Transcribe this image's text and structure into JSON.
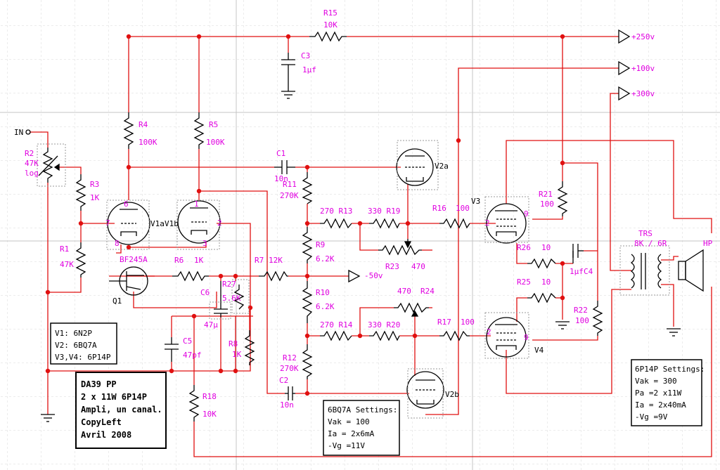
{
  "labels": {
    "in": "IN",
    "r2": "R2",
    "r2v": "47K",
    "r2t": "log",
    "r3": "R3",
    "r3v": "1K",
    "r1": "R1",
    "r1v": "47K",
    "r4": "R4",
    "r4v": "100K",
    "r5": "R5",
    "r5v": "100K",
    "v1a": "V1a",
    "v1b": "V1b",
    "q1t": "BF245A",
    "q1": "Q1",
    "r6": "R6",
    "r6v": "1K",
    "c6": "C6",
    "r27": "R27",
    "r27v": "5.6K",
    "c6v": "47µ",
    "r8": "R8",
    "r8v": "1K",
    "c5": "C5",
    "c5v": "47pf",
    "r18": "R18",
    "r18v": "10K",
    "r15": "R15",
    "r15v": "10K",
    "c3": "C3",
    "c3v": "1µf",
    "c1": "C1",
    "c1v": "10n",
    "r11": "R11",
    "r11v": "270K",
    "r9": "R9",
    "r9v": "6.2K",
    "r7": "R7",
    "r7v": "12K",
    "neg50": "-50v",
    "r10": "R10",
    "r10v": "6.2K",
    "r12": "R12",
    "r12v": "270K",
    "c2": "C2",
    "c2v": "10n",
    "v2a": "V2a",
    "v2b": "V2b",
    "r13": "270 R13",
    "r19": "330 R19",
    "r14": "270 R14",
    "r20": "330 R20",
    "r23": "R23",
    "r23v": "470",
    "r24": "R24",
    "r24v": "470",
    "r16": "R16",
    "r16v": "100",
    "r17": "R17",
    "r17v": "100",
    "v3": "V3",
    "v4": "V4",
    "r21": "R21",
    "r21v": "100",
    "r22": "R22",
    "r22v": "100",
    "r26": "R26",
    "r26v": "10",
    "r25": "R25",
    "r25v": "10",
    "c4": "C4",
    "c4v": "1µf",
    "trs": "TRS",
    "trsv": "8K / 6R",
    "hp": "HP",
    "rail250": "+250v",
    "rail100": "+100v",
    "rail300": "+300v",
    "pin7": "7",
    "pin6": "6",
    "pin8": "8",
    "pin1": "1",
    "pin2": "2",
    "pin3": "3",
    "pin9": "9"
  },
  "tube_list": {
    "line1": "V1: 6N2P",
    "line2": "V2: 6BQ7A",
    "line3": "V3,V4: 6P14P"
  },
  "title_block": {
    "line1": "DA39 PP",
    "line2": "2 x 11W 6P14P",
    "line3": "Ampli, un canal.",
    "line4": "CopyLeft",
    "line5": "Avril 2008"
  },
  "settings_6bq7a": {
    "title": "6BQ7A Settings:",
    "line1": "Vak = 100",
    "line2": "Ia = 2x6mA",
    "line3": "-Vg =11V"
  },
  "settings_6p14p": {
    "title": "6P14P Settings:",
    "line1": "Vak = 300",
    "line2": "Pa =2 x11W",
    "line3": "Ia = 2x40mA",
    "line4": "-Vg =9V"
  },
  "colors": {
    "wire": "#e01010",
    "label": "#e000e0",
    "component": "#000000",
    "grid": "#d4d4d4"
  }
}
